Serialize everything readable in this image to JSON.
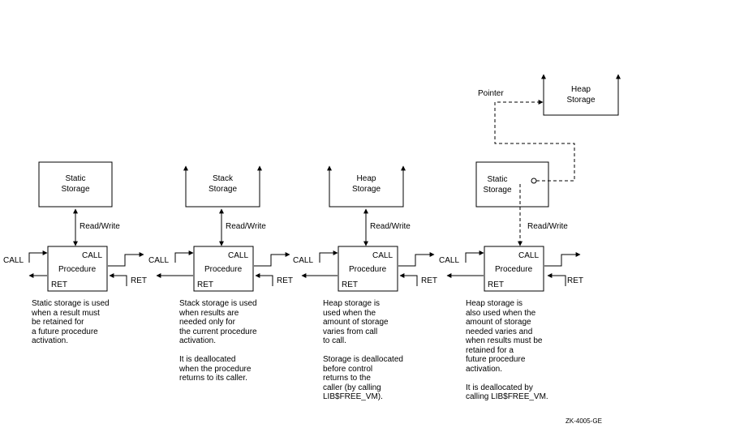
{
  "columns": [
    {
      "storage": [
        "Static",
        "Storage"
      ],
      "access": "Read/Write",
      "call": "CALL",
      "procedure": "Procedure",
      "ret": "RET",
      "left_call": "CALL",
      "right_ret": "RET",
      "description": [
        "Static storage is used",
        "when a result must",
        "be retained for",
        "a future procedure",
        "activation."
      ]
    },
    {
      "storage": [
        "Stack",
        "Storage"
      ],
      "access": "Read/Write",
      "call": "CALL",
      "procedure": "Procedure",
      "ret": "RET",
      "left_call": "CALL",
      "right_ret": "RET",
      "description": [
        "Stack storage is used",
        "when results are",
        "needed only for",
        "the current procedure",
        "activation.",
        "",
        "It is deallocated",
        "when the procedure",
        "returns to its caller."
      ]
    },
    {
      "storage": [
        "Heap",
        "Storage"
      ],
      "access": "Read/Write",
      "call": "CALL",
      "procedure": "Procedure",
      "ret": "RET",
      "left_call": "CALL",
      "right_ret": "RET",
      "description": [
        "Heap storage is",
        "used when the",
        "amount of storage",
        "varies from call",
        "to call.",
        "",
        "Storage is deallocated",
        "before control",
        "returns to the",
        "caller (by calling",
        "LIB$FREE_VM)."
      ]
    },
    {
      "storage": [
        "Static",
        "Storage"
      ],
      "access": "Read/Write",
      "call": "CALL",
      "procedure": "Procedure",
      "ret": "RET",
      "left_call": "CALL",
      "right_ret": "RET",
      "description": [
        "Heap storage is",
        "also used when the",
        "amount of storage",
        "needed varies and",
        "when results must be",
        "retained for a",
        "future procedure",
        "activation.",
        "",
        "It is deallocated by",
        "calling LIB$FREE_VM."
      ]
    }
  ],
  "pointer_label": "Pointer",
  "heap_storage": [
    "Heap",
    "Storage"
  ],
  "figure_id": "ZK-4005-GE"
}
